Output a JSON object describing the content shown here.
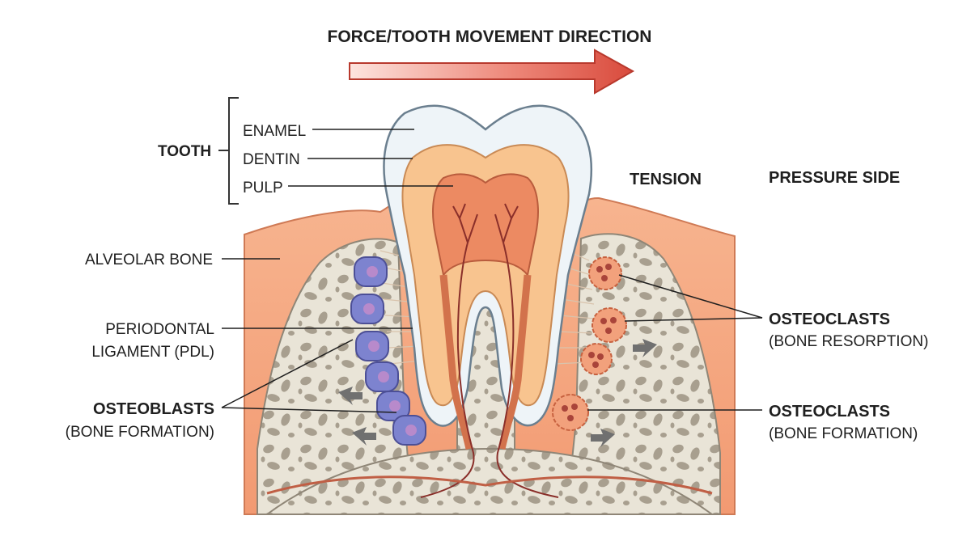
{
  "title": "FORCE/TOOTH MOVEMENT DIRECTION",
  "colors": {
    "arrow": "#d94b3d",
    "gum": "#f4a27c",
    "bone": "#e9e4d7",
    "bone_pore": "#a89f8f",
    "enamel": "#eef4f8",
    "dentin": "#f8c48f",
    "pulp": "#ec8a62",
    "osteoblast": "#7d83cf",
    "osteoclast": "#f2a17c",
    "nerve": "#8a2f2a"
  },
  "labels": {
    "tooth": "TOOTH",
    "enamel": "ENAMEL",
    "dentin": "DENTIN",
    "pulp": "PULP",
    "tension": "TENSION",
    "pressure_side": "PRESSURE SIDE",
    "alveolar_bone": "ALVEOLAR BONE",
    "pdl_line1": "PERIODONTAL",
    "pdl_line2": "LIGAMENT (PDL)",
    "osteoblasts_title": "OSTEOBLASTS",
    "osteoblasts_sub": "(BONE FORMATION)",
    "osteoclasts_top_title": "OSTEOCLASTS",
    "osteoclasts_top_sub": "(BONE RESORPTION)",
    "osteoclasts_bottom_title": "OSTEOCLASTS",
    "osteoclasts_bottom_sub": "(BONE FORMATION)"
  },
  "icons": {
    "force_arrow": "force-arrow-icon",
    "bone_arrows": "movement-arrow-icon"
  }
}
